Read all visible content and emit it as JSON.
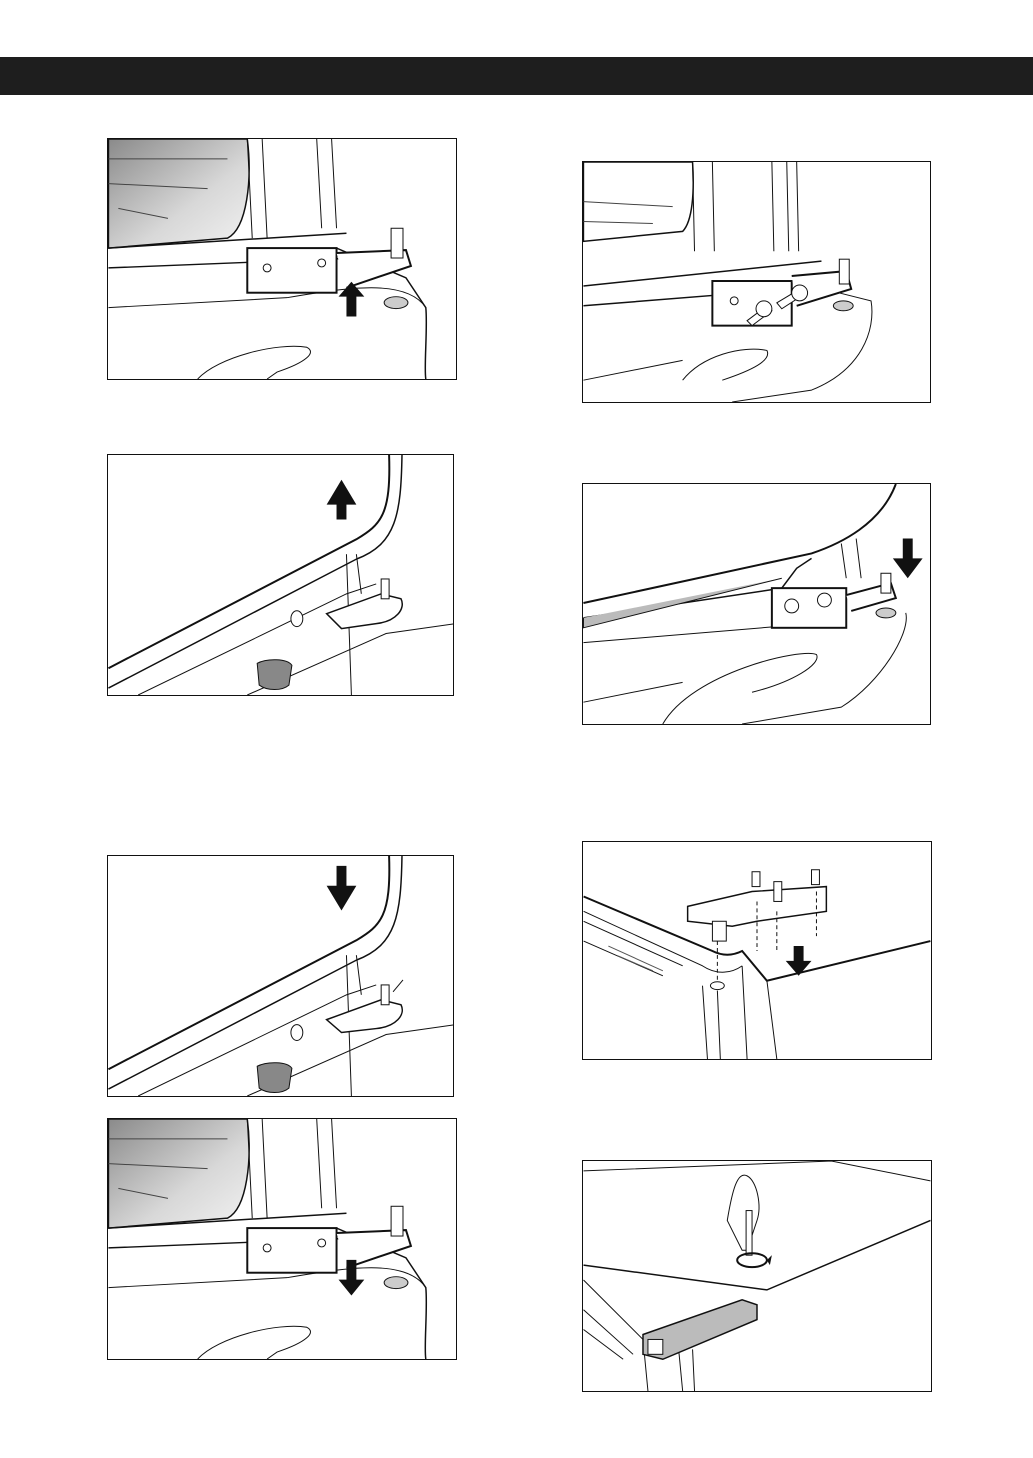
{
  "header": {
    "bar_color": "#1e1e1e"
  },
  "figures": [
    {
      "id": "fig-left-1",
      "illustration": "lower-hinge-lift",
      "arrow": "up"
    },
    {
      "id": "fig-left-2",
      "illustration": "door-lift",
      "arrow": "up"
    },
    {
      "id": "fig-left-3",
      "illustration": "door-lower",
      "arrow": "down"
    },
    {
      "id": "fig-left-4",
      "illustration": "lower-hinge-lower",
      "arrow": "down"
    },
    {
      "id": "fig-right-1",
      "illustration": "hinge-bracket-screws",
      "arrow": ""
    },
    {
      "id": "fig-right-2",
      "illustration": "door-lower-onto-hinge",
      "arrow": "down"
    },
    {
      "id": "fig-right-3",
      "illustration": "top-hinge-plate-install",
      "arrow": "down"
    },
    {
      "id": "fig-right-4",
      "illustration": "screwdriver-tighten",
      "arrow": ""
    }
  ]
}
